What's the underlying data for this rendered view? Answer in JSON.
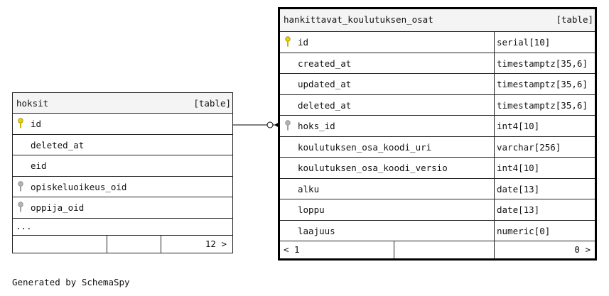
{
  "left_table": {
    "name": "hoksit",
    "kind": "[table]",
    "columns": [
      {
        "name": "id",
        "key": "primary-key"
      },
      {
        "name": "deleted_at",
        "key": ""
      },
      {
        "name": "eid",
        "key": ""
      },
      {
        "name": "opiskeluoikeus_oid",
        "key": "index-key"
      },
      {
        "name": "oppija_oid",
        "key": "index-key"
      }
    ],
    "ellipsis": "...",
    "footer_count": "12 >"
  },
  "main_table": {
    "name": "hankittavat_koulutuksen_osat",
    "kind": "[table]",
    "columns": [
      {
        "name": "id",
        "type": "serial[10]",
        "key": "primary-key"
      },
      {
        "name": "created_at",
        "type": "timestamptz[35,6]",
        "key": ""
      },
      {
        "name": "updated_at",
        "type": "timestamptz[35,6]",
        "key": ""
      },
      {
        "name": "deleted_at",
        "type": "timestamptz[35,6]",
        "key": ""
      },
      {
        "name": "hoks_id",
        "type": "int4[10]",
        "key": "foreign-key"
      },
      {
        "name": "koulutuksen_osa_koodi_uri",
        "type": "varchar[256]",
        "key": ""
      },
      {
        "name": "koulutuksen_osa_koodi_versio",
        "type": "int4[10]",
        "key": ""
      },
      {
        "name": "alku",
        "type": "date[13]",
        "key": ""
      },
      {
        "name": "loppu",
        "type": "date[13]",
        "key": ""
      },
      {
        "name": "laajuus",
        "type": "numeric[0]",
        "key": ""
      }
    ],
    "footer_left": "< 1",
    "footer_right": "0 >"
  },
  "relationship": {
    "from": "hoksit.id",
    "to": "hankittavat_koulutuksen_osat.hoks_id",
    "cardinality": "one-to-zero-or-many"
  },
  "generated_by": "Generated by SchemaSpy",
  "colors": {
    "primary_key": "#e8d200",
    "index_key": "#a0a0a0",
    "header_bg": "#f4f4f4"
  }
}
